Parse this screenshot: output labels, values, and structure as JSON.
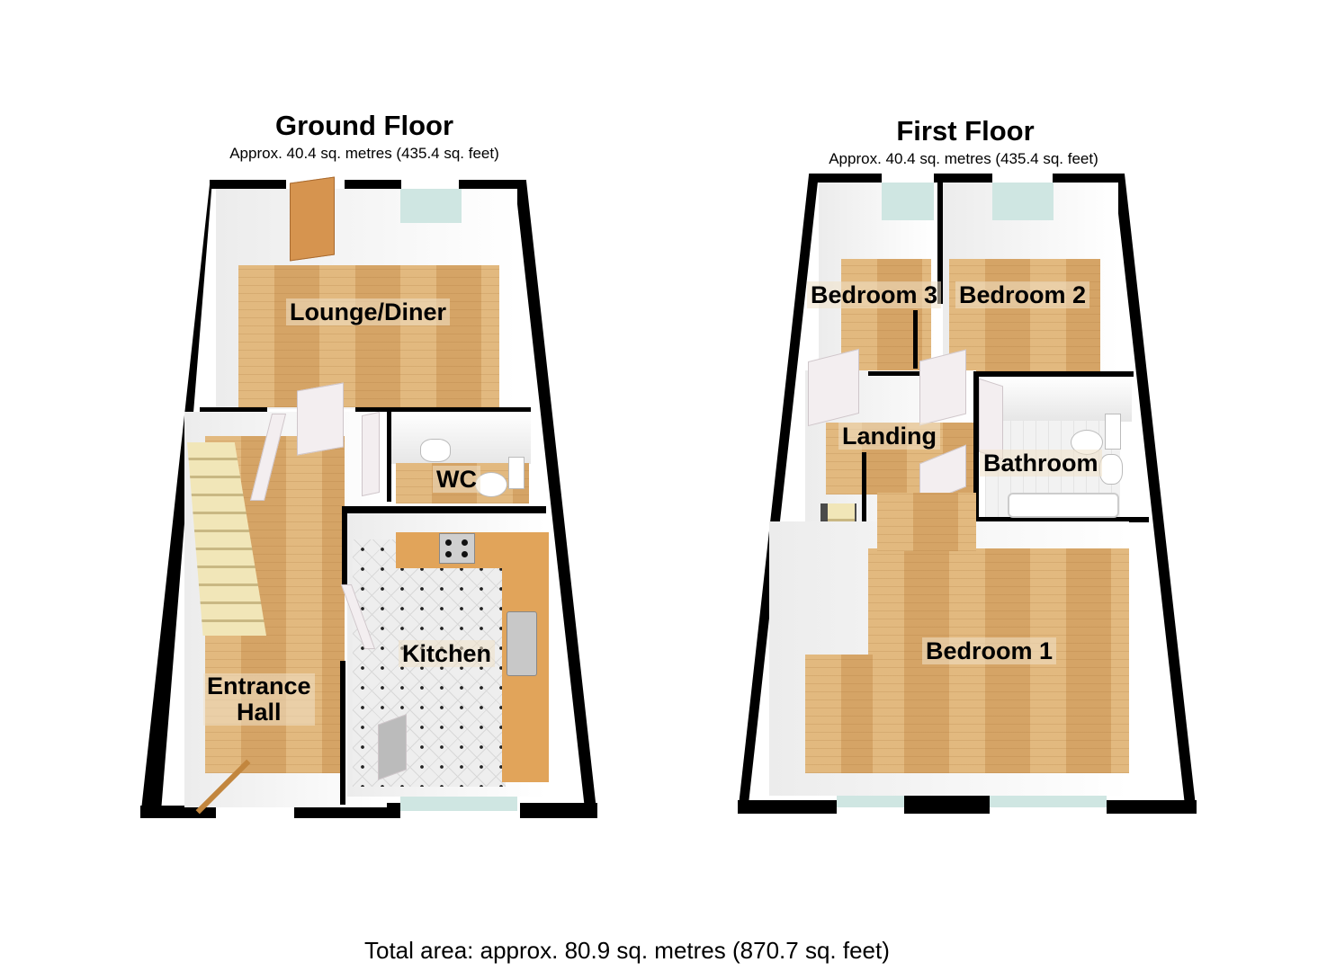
{
  "ground_floor": {
    "title": "Ground Floor",
    "area": "Approx. 40.4 sq. metres (435.4 sq. feet)",
    "rooms": {
      "lounge_diner": "Lounge/Diner",
      "wc": "WC",
      "kitchen": "Kitchen",
      "entrance_hall_line1": "Entrance",
      "entrance_hall_line2": "Hall"
    }
  },
  "first_floor": {
    "title": "First Floor",
    "area": "Approx. 40.4 sq. metres (435.4 sq. feet)",
    "rooms": {
      "bedroom3": "Bedroom 3",
      "bedroom2": "Bedroom 2",
      "landing": "Landing",
      "bathroom": "Bathroom",
      "bedroom1": "Bedroom 1"
    }
  },
  "total_area": "Total area: approx. 80.9 sq. metres (870.7 sq. feet)",
  "colors": {
    "wall": "#000000",
    "wood_floor": "#d9a86a",
    "tile_floor": "#eeeeee",
    "worktop": "#e1a45a",
    "window_glass": "#cfe6e2"
  }
}
